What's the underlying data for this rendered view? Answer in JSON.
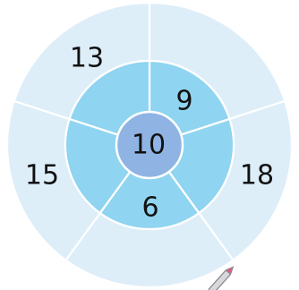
{
  "diagram": {
    "center_value": "10",
    "inner_values": [
      "9",
      "6"
    ],
    "outer_values": [
      "13",
      "15",
      "18"
    ],
    "colors": {
      "outer_ring": "#ddeef9",
      "inner_ring": "#8fd4f0",
      "center": "#8fb4e3",
      "separator": "#ffffff"
    },
    "decoration_icon": "pencil-icon"
  }
}
